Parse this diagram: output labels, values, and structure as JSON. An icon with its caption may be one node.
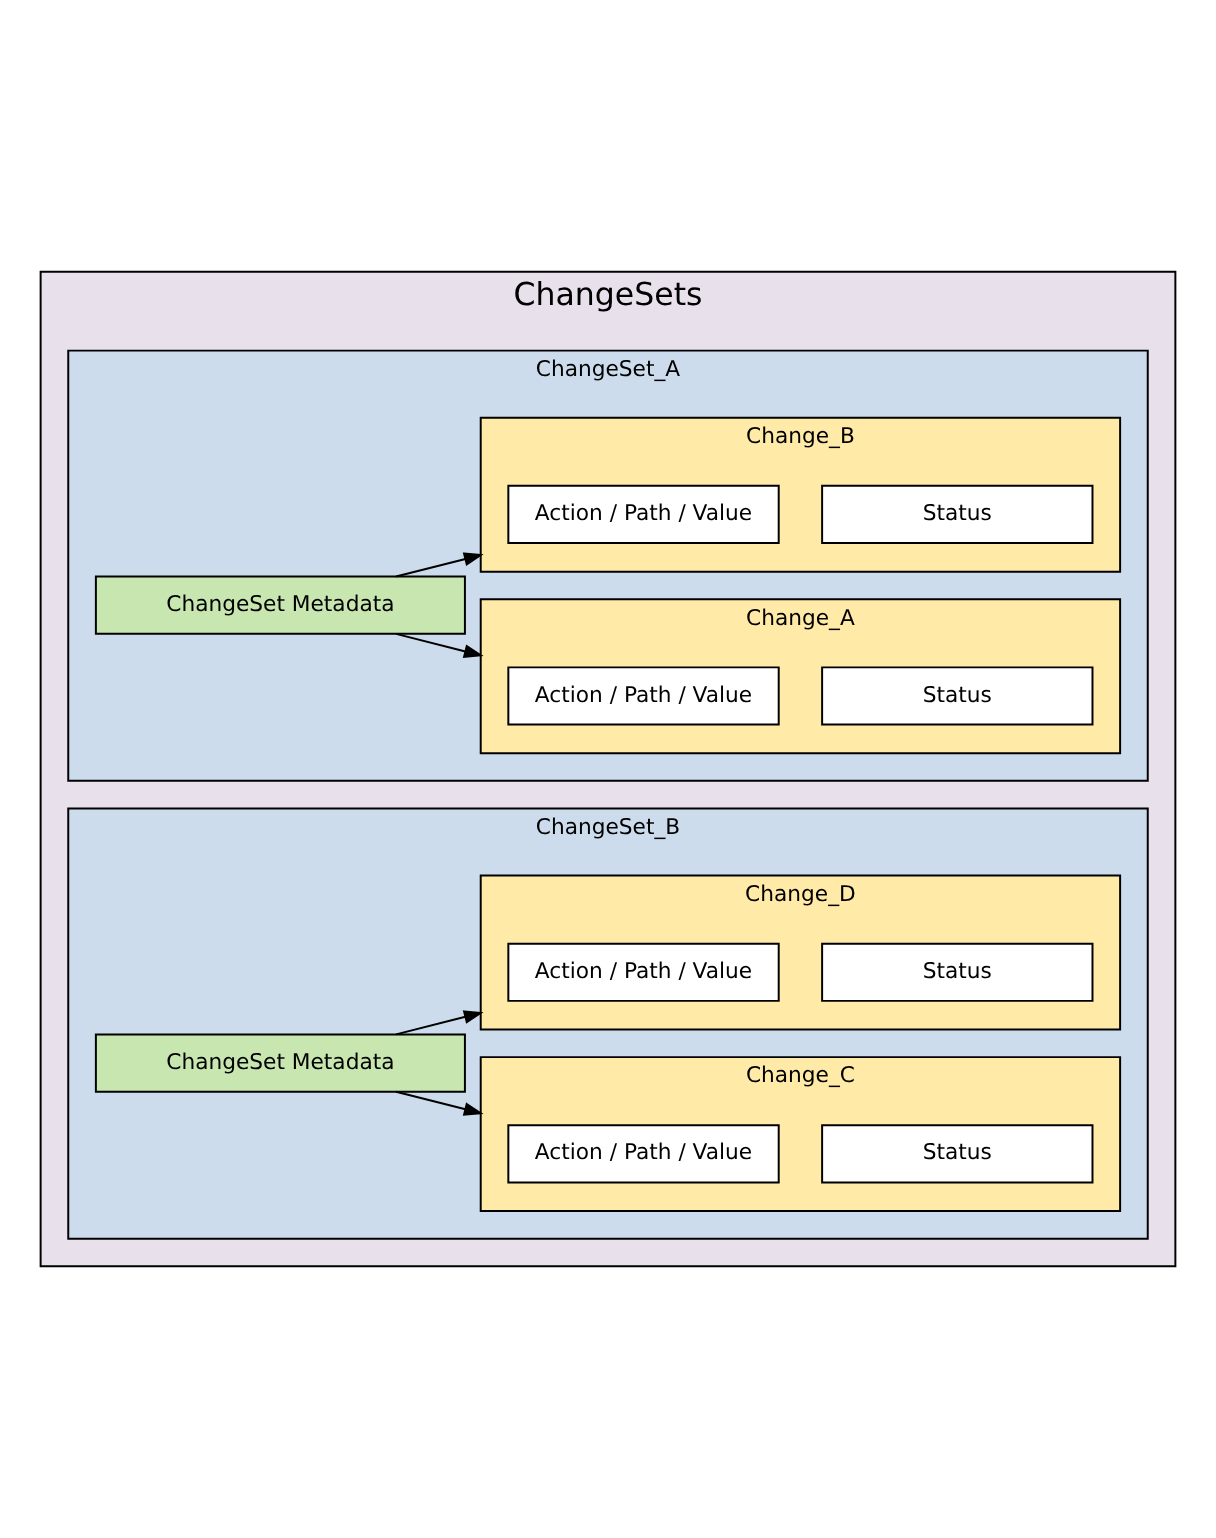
{
  "diagram": {
    "nodes": [
      {
        "text": [
          "ChangeSets"
        ]
      },
      {
        "text": [
          "ChangeSet_A"
        ],
        "in": 0
      },
      {
        "text": [
          "ChangeSet Metadata"
        ],
        "in": 1
      },
      {
        "text": [
          "Change_A"
        ],
        "in": 1
      },
      {
        "text": [
          "Action / Path / Value"
        ],
        "in": 3
      },
      {
        "text": [
          "Status"
        ],
        "in": 3
      },
      {
        "text": [
          "Change_B"
        ],
        "in": 1
      },
      {
        "text": [
          "Action / Path / Value"
        ],
        "in": 6
      },
      {
        "text": [
          "Status"
        ],
        "in": 6
      },
      {
        "text": [
          "ChangeSet_B"
        ],
        "in": 0
      },
      {
        "text": [
          "ChangeSet Metadata"
        ],
        "in": 9
      },
      {
        "text": [
          "Change_C"
        ],
        "in": 9
      },
      {
        "text": [
          "Action / Path / Value"
        ],
        "in": 11
      },
      {
        "text": [
          "Status"
        ],
        "in": 11
      },
      {
        "text": [
          "Change_D"
        ],
        "in": 9
      },
      {
        "text": [
          "Action / Path / Value"
        ],
        "in": 14
      },
      {
        "text": [
          "Status"
        ],
        "in": 14
      }
    ],
    "edges": [
      {
        "from": 2,
        "to": 3,
        "arrow": "to"
      },
      {
        "from": 2,
        "to": 6,
        "arrow": "to"
      },
      {
        "from": 10,
        "to": 11,
        "arrow": "to"
      },
      {
        "from": 10,
        "to": 14,
        "arrow": "to"
      }
    ]
  }
}
